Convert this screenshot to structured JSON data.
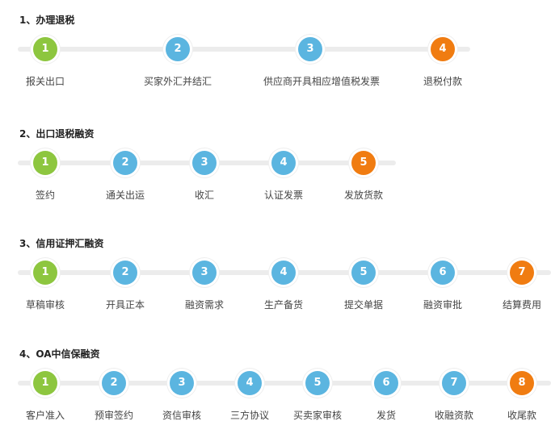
{
  "colors": {
    "first": "#8dc63f",
    "middle": "#5bb5e0",
    "last": "#f07c11"
  },
  "sections": [
    {
      "title": "1、办理退税",
      "steps": [
        {
          "num": "1",
          "label": "报关出口"
        },
        {
          "num": "2",
          "label": "买家外汇并结汇"
        },
        {
          "num": "3",
          "label": "供应商开具相应增值税发票"
        },
        {
          "num": "4",
          "label": "退税付款"
        }
      ]
    },
    {
      "title": "2、出口退税融资",
      "steps": [
        {
          "num": "1",
          "label": "签约"
        },
        {
          "num": "2",
          "label": "通关出运"
        },
        {
          "num": "3",
          "label": "收汇"
        },
        {
          "num": "4",
          "label": "认证发票"
        },
        {
          "num": "5",
          "label": "发放货款"
        }
      ]
    },
    {
      "title": "3、信用证押汇融资",
      "steps": [
        {
          "num": "1",
          "label": "草稿审核"
        },
        {
          "num": "2",
          "label": "开具正本"
        },
        {
          "num": "3",
          "label": "融资需求"
        },
        {
          "num": "4",
          "label": "生产备货"
        },
        {
          "num": "5",
          "label": "提交单据"
        },
        {
          "num": "6",
          "label": "融资审批"
        },
        {
          "num": "7",
          "label": "结算费用"
        }
      ]
    },
    {
      "title": "4、OA中信保融资",
      "steps": [
        {
          "num": "1",
          "label": "客户准入"
        },
        {
          "num": "2",
          "label": "预审签约"
        },
        {
          "num": "3",
          "label": "资信审核"
        },
        {
          "num": "4",
          "label": "三方协议"
        },
        {
          "num": "5",
          "label": "买卖家审核"
        },
        {
          "num": "6",
          "label": "发货"
        },
        {
          "num": "7",
          "label": "收融资款"
        },
        {
          "num": "8",
          "label": "收尾款"
        }
      ]
    }
  ]
}
